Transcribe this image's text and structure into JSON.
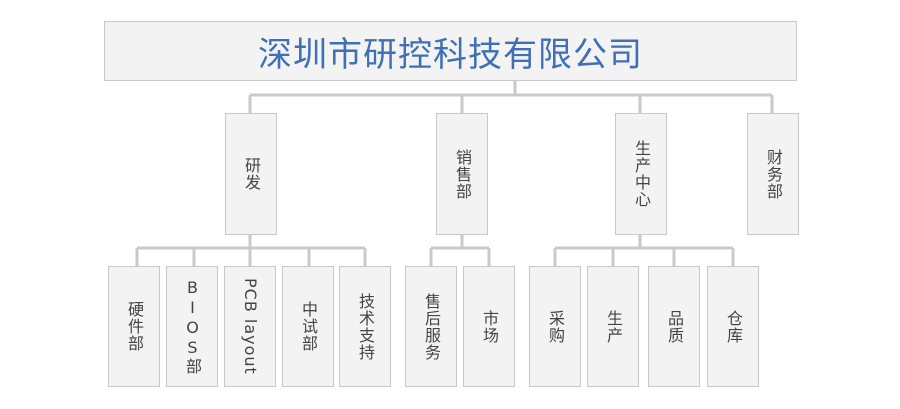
{
  "company": {
    "name": "深圳市研控科技有限公司"
  },
  "departments": {
    "rd": {
      "label": "研发",
      "teams": [
        "硬件部",
        "BIOS部",
        "PCB layout",
        "中试部",
        "技术支持"
      ]
    },
    "sales": {
      "label": "销售部",
      "teams": [
        "售后服务",
        "市场"
      ]
    },
    "production": {
      "label": "生产中心",
      "teams": [
        "采购",
        "生产",
        "品质",
        "仓库"
      ]
    },
    "finance": {
      "label": "财务部"
    }
  },
  "colors": {
    "title": "#3f6fb5",
    "box_fill": "#f3f3f3",
    "box_border": "#c8c8c8",
    "connector": "#c9c9c9",
    "text": "#444444"
  }
}
